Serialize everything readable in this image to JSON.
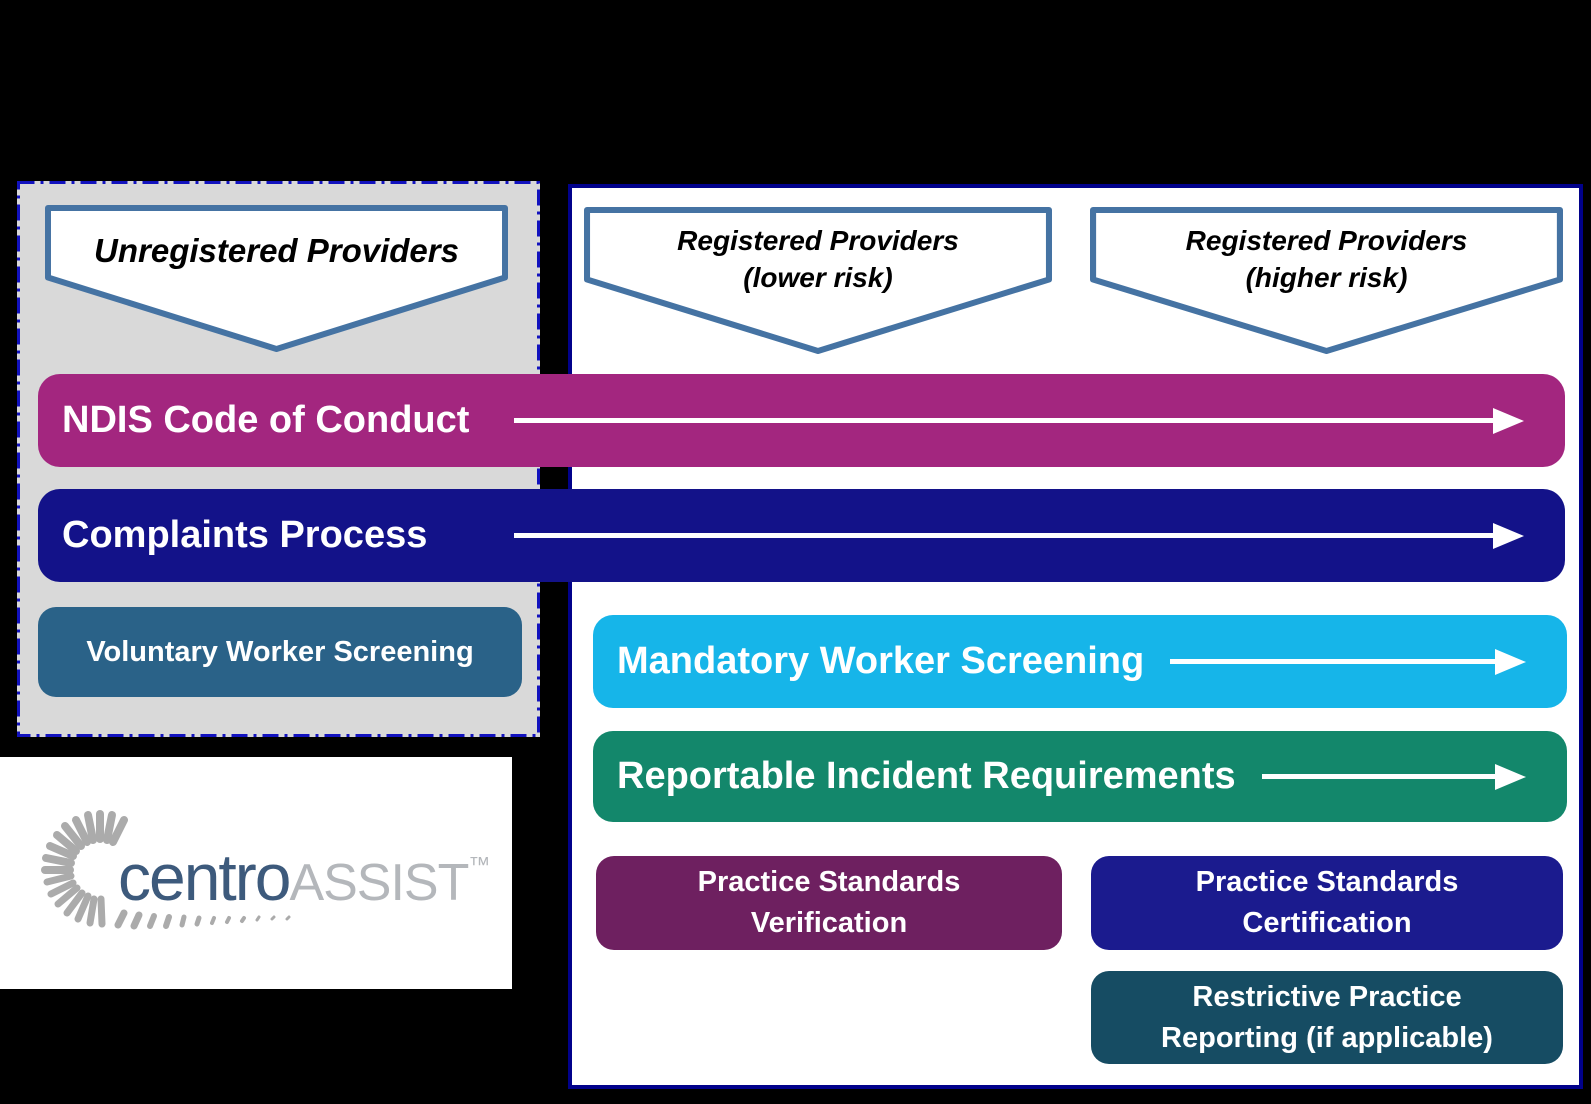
{
  "banners": {
    "unregistered": {
      "label": "Unregistered Providers"
    },
    "lower": {
      "line1": "Registered Providers",
      "line2": "(lower risk)"
    },
    "higher": {
      "line1": "Registered Providers",
      "line2": "(higher risk)"
    }
  },
  "bars": {
    "ndis": {
      "label": "NDIS Code of Conduct",
      "color": "#A3267F",
      "arrow": "spans all provider types"
    },
    "complaints": {
      "label": "Complaints Process",
      "color": "#131289",
      "arrow": "spans all provider types"
    },
    "voluntary": {
      "label": "Voluntary Worker Screening",
      "color": "#2A6288"
    },
    "mandatory": {
      "label": "Mandatory Worker Screening",
      "color": "#16B5E9",
      "arrow": "spans registered provider types"
    },
    "reportable": {
      "label": "Reportable Incident Requirements",
      "color": "#13876B",
      "arrow": "spans registered provider types"
    },
    "verification": {
      "line1": "Practice Standards",
      "line2": "Verification",
      "color": "#6E2060"
    },
    "certification": {
      "line1": "Practice Standards",
      "line2": "Certification",
      "color": "#1B1B8E"
    },
    "restrictive": {
      "line1": "Restrictive Practice",
      "line2": "Reporting (if applicable)",
      "color": "#164C63"
    }
  },
  "logo": {
    "part1": "centro",
    "part2": "ASSIST",
    "trademark": "™",
    "color_primary": "#3D5A7C",
    "color_secondary": "#B4B7BB",
    "color_rays": "#ABABAB"
  },
  "colors": {
    "page_background": "#000000",
    "left_panel_fill": "#D9D9D9",
    "left_panel_dash_border": "#1212BE",
    "right_panel_border": "#01018B",
    "banner_border": "#4573A3",
    "banner_fill": "#FFFFFF",
    "arrow": "#FFFFFF"
  }
}
